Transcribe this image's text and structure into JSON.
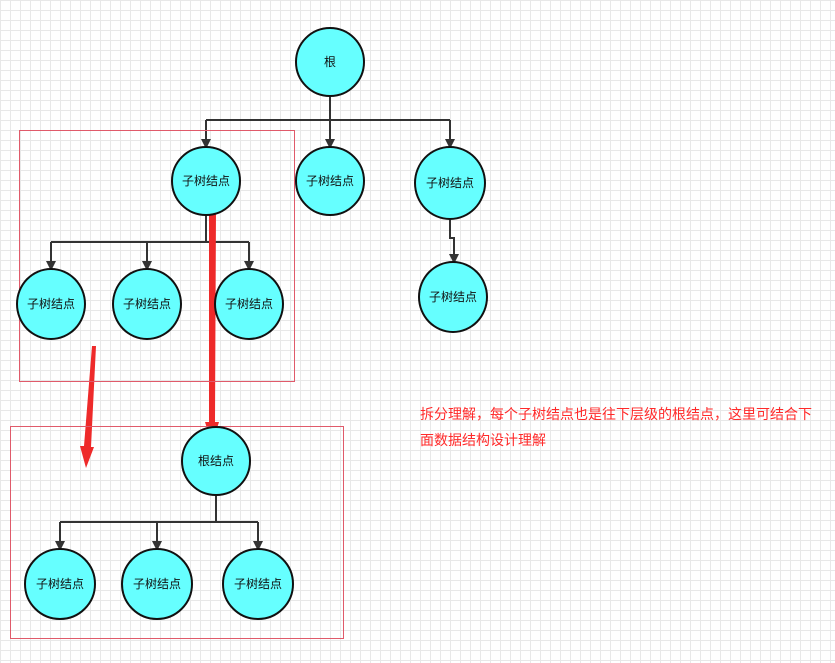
{
  "nodes": {
    "root": "根",
    "subtree_label": "子树结点",
    "root_node_label": "根结点"
  },
  "note": "拆分理解，每个子树结点也是往下层级的根结点，这里可结合下面数据结构设计理解",
  "colors": {
    "node_fill": "#66ffff",
    "edge": "#333333",
    "frame": "#e05a6a",
    "red_arrow": "#ee2a2a",
    "note_text": "#ff2a2a"
  }
}
